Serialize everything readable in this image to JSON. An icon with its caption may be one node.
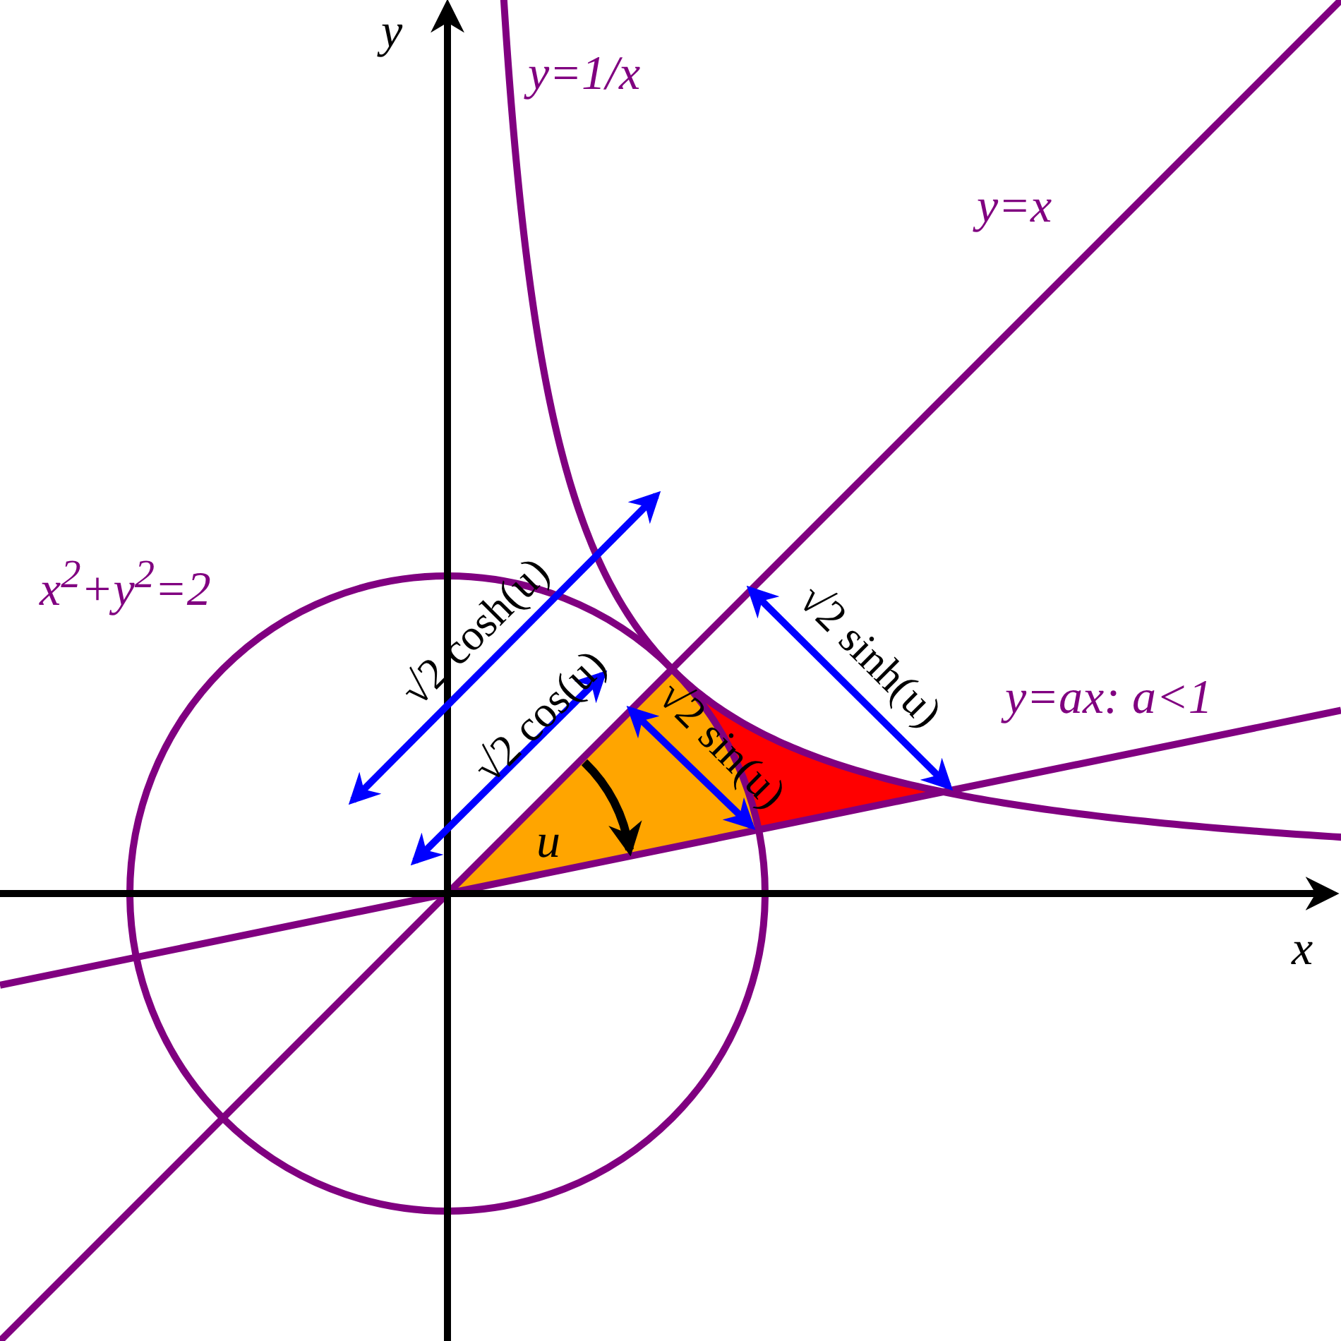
{
  "diagram": {
    "labels": [
      "y",
      "y=1/x",
      "y=x",
      "x$^{2}$+y$^{2}$=2",
      "√2 cosh(u)",
      "√2 sinh(u)",
      "y=ax: a<1",
      "√2 sin(u)",
      "√2 cos(u)",
      "u",
      "x"
    ]
  }
}
